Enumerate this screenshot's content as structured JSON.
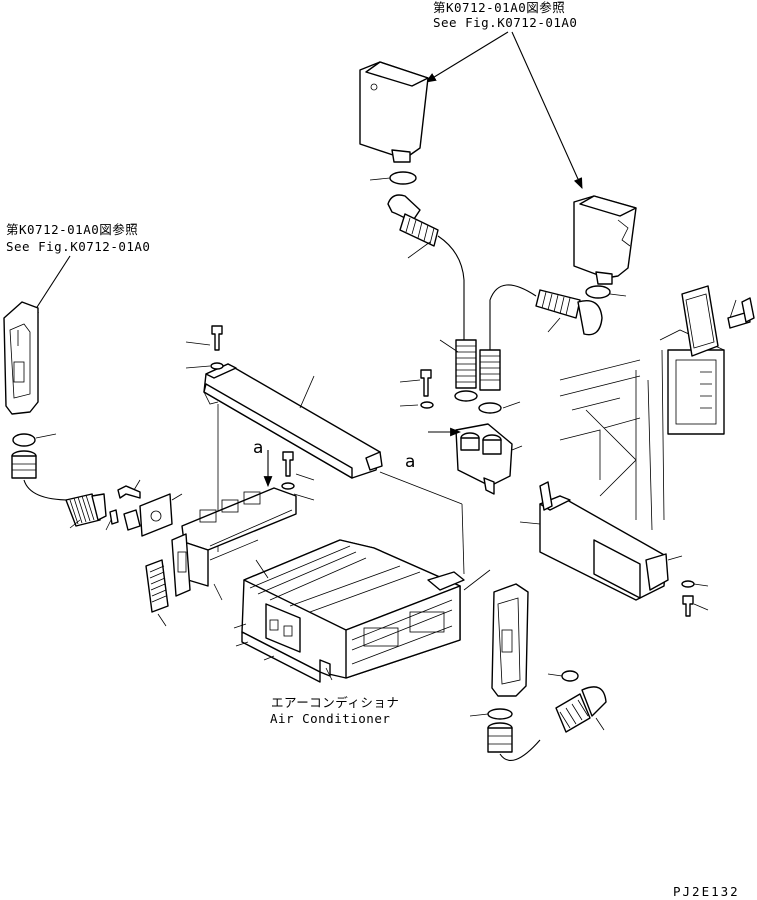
{
  "references": {
    "top": {
      "jp": "第K0712-01A0図参照",
      "en": "See Fig.K0712-01A0"
    },
    "left": {
      "jp": "第K0712-01A0図参照",
      "en": "See Fig.K0712-01A0"
    }
  },
  "view_markers": {
    "left": "a",
    "center": "a"
  },
  "main_unit": {
    "jp": "エアーコンディショナ",
    "en": "Air Conditioner"
  },
  "drawing_code": "PJ2E132"
}
